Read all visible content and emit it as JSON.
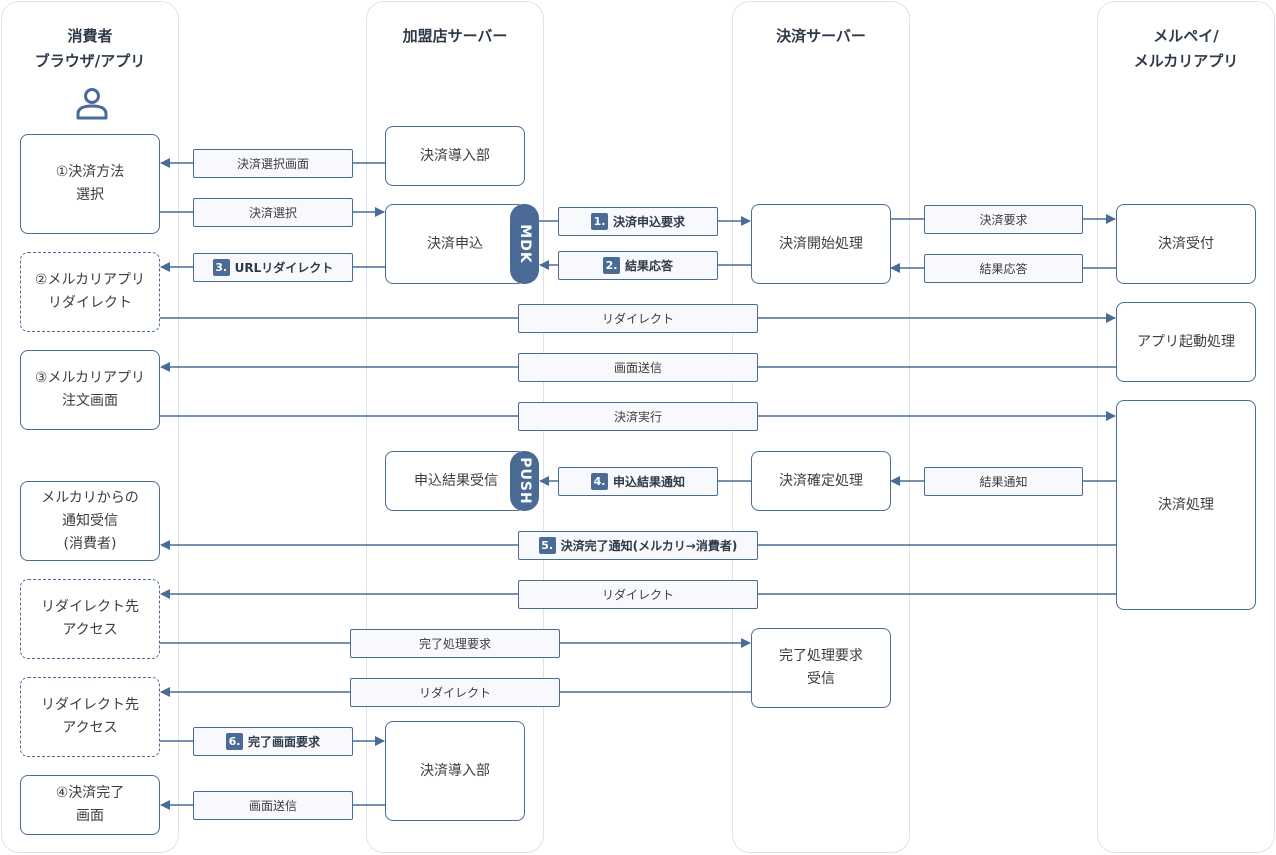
{
  "lanes": {
    "consumer": {
      "line1": "消費者",
      "line2": "ブラウザ/アプリ",
      "icon": "user-icon"
    },
    "merchant": {
      "line1": "加盟店サーバー"
    },
    "payment": {
      "line1": "決済サーバー"
    },
    "merpay": {
      "line1": "メルペイ/",
      "line2": "メルカリアプリ"
    }
  },
  "boxes": {
    "c_select": "①決済方法\n選択",
    "c_redirect_app": "②メルカリアプリ\nリダイレクト",
    "c_order": "③メルカリアプリ\n注文画面",
    "c_notify": "メルカリからの\n通知受信\n(消費者)",
    "c_access1": "リダイレクト先\nアクセス",
    "c_access2": "リダイレクト先\nアクセス",
    "c_done": "④決済完了\n画面",
    "m_intro1": "決済導入部",
    "m_apply": "決済申込",
    "m_result": "申込結果受信",
    "m_intro2": "決済導入部",
    "p_start": "決済開始処理",
    "p_confirm": "決済確定処理",
    "p_complete": "完了処理要求\n受信",
    "r_accept": "決済受付",
    "r_launch": "アプリ起動処理",
    "r_process": "決済処理"
  },
  "tabs": {
    "mdk": "MDK",
    "push": "PUSH"
  },
  "labels": {
    "screen_select": {
      "text": "決済選択画面"
    },
    "select": {
      "text": "決済選択"
    },
    "url_redirect": {
      "num": "3.",
      "text": "URLリダイレクト"
    },
    "apply_request": {
      "num": "1.",
      "text": "決済申込要求"
    },
    "result_resp": {
      "num": "2.",
      "text": "結果応答"
    },
    "pay_request": {
      "text": "決済要求"
    },
    "result_resp2": {
      "text": "結果応答"
    },
    "redirect1": {
      "text": "リダイレクト"
    },
    "screen_send": {
      "text": "画面送信"
    },
    "pay_exec": {
      "text": "決済実行"
    },
    "result_notify_push": {
      "num": "4.",
      "text": "申込結果通知"
    },
    "result_notify": {
      "text": "結果通知"
    },
    "complete_notify": {
      "num": "5.",
      "text": "決済完了通知(メルカリ→消費者)"
    },
    "redirect2": {
      "text": "リダイレクト"
    },
    "complete_req": {
      "text": "完了処理要求"
    },
    "redirect3": {
      "text": "リダイレクト"
    },
    "done_req": {
      "num": "6.",
      "text": "完了画面要求"
    },
    "screen_send2": {
      "text": "画面送信"
    }
  },
  "colors": {
    "line": "#4a6b95",
    "lane_border": "#dde3ec",
    "label_fill": "#f7f9fc"
  }
}
